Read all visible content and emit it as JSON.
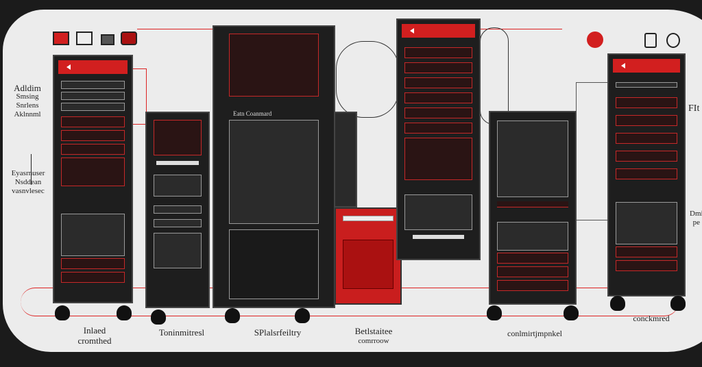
{
  "left_text": {
    "top": [
      "Adldim",
      "Smsing",
      "Snrlens",
      "Aklnnml"
    ],
    "bottom": [
      "Eyasrnuser",
      "Nsddean",
      "vasnvlesec"
    ]
  },
  "right_text": {
    "top": "FIt",
    "middle": [
      "Dmi",
      "pe"
    ]
  },
  "rack_titles": {
    "center": "Eatn Coanmard"
  },
  "bottom_labels": [
    {
      "lines": [
        "Inlaed",
        "cromthed"
      ]
    },
    {
      "lines": [
        "Toninmitresl"
      ]
    },
    {
      "lines": [
        "SPlalsrfeiltry"
      ]
    },
    {
      "lines": [
        "Betlstaitee",
        "comrroow"
      ]
    },
    {
      "lines": [
        "conlmirtjmpnkel"
      ]
    },
    {
      "lines": [
        "conckmred"
      ]
    }
  ],
  "icons": [
    "monitor-icon",
    "window-icon",
    "screen-icon",
    "hexagon-icon",
    "home-icon",
    "pin-icon",
    "lock-icon"
  ],
  "colors": {
    "accent": "#d21f1f",
    "rack": "#1e1e1e",
    "panel": "#ececec",
    "background": "#1b1b1b"
  }
}
